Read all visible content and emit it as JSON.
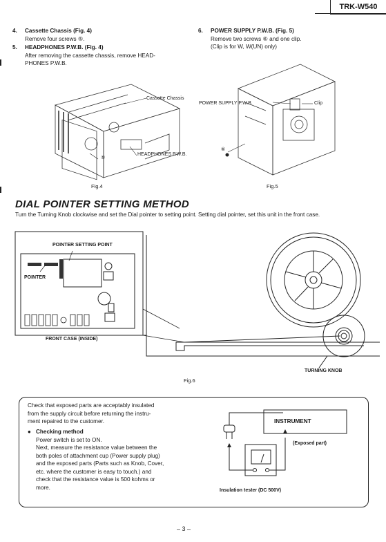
{
  "header": {
    "model": "TRK-W540"
  },
  "steps": [
    {
      "num": "4.",
      "title": "Cassette Chassis (Fig. 4)",
      "lines": [
        "Remove four screws ⑤."
      ]
    },
    {
      "num": "5.",
      "title": "HEADPHONES P.W.B. (Fig. 4)",
      "lines": [
        "After removing the cassette chassis, remove HEAD-",
        "PHONES P.W.B."
      ]
    },
    {
      "num": "6.",
      "title": "POWER SUPPLY P.W.B. (Fig. 5)",
      "lines": [
        "Remove two screws ⑥ and one clip.",
        "(Clip is for W, W(UN) only)"
      ]
    }
  ],
  "fig4": {
    "caption": "Fig.4",
    "label_chassis": "Cassette Chassis",
    "label_headphones": "HEADPHONES P.W.B.",
    "label_screw": "⑤"
  },
  "fig5": {
    "caption": "Fig.5",
    "label_power": "POWER SUPPLY P.W.B",
    "label_clip": "Clip",
    "label_screw": "⑥"
  },
  "dial": {
    "title": "DIAL POINTER SETTING METHOD",
    "text": "Turn the Turning Knob clockwise and set the Dial pointer to setting point. Setting dial pointer, set this unit in the front case."
  },
  "fig6": {
    "caption": "Fig.6",
    "label_setting_point": "POINTER SETTING POINT",
    "label_pointer": "POINTER",
    "label_front_case": "FRONT CASE (INSIDE)",
    "label_turning_knob": "TURNING KNOB"
  },
  "safety": {
    "intro": [
      "Check that exposed parts are acceptably insulated",
      "from the supply circuit before returning the instru-",
      "ment repaired to the customer."
    ],
    "method_title": "Checking method",
    "method_lines": [
      "Power switch is set to ON.",
      "Next, measure the resistance value between the",
      "both poles of attachment cup (Power supply plug)",
      "and the exposed parts (Parts such as Knob, Cover,",
      "etc. where the customer is easy to touch.) and",
      "check that the resistance value is 500 kohms or",
      "more."
    ],
    "diagram": {
      "instrument": "INSTRUMENT",
      "exposed_part": "(Exposed part)",
      "tester": "Insulation tester (DC 500V)"
    }
  },
  "footer": {
    "page": "– 3 –"
  }
}
